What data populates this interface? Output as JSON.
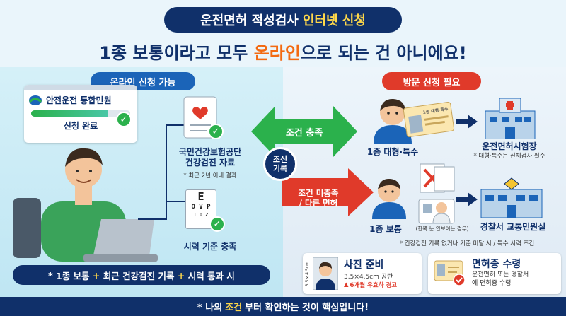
{
  "header": {
    "title_part1": "운전면허 적성검사",
    "title_part2": "인터넷 신청",
    "headline_part1": "1종 보통이라고 모두",
    "headline_highlight": "온라인",
    "headline_part2": "으로 되는 건 아니에요!"
  },
  "left": {
    "section_label": "온라인 신청 가능",
    "portal_name": "안전운전 통합민원",
    "apply_done": "신청 완료",
    "health_doc_line1": "국민건강보험공단",
    "health_doc_line2": "건강검진 자료",
    "health_doc_note": "* 최근 2년 이내 결과",
    "eye_chart_rows": [
      "E",
      "O V P",
      "T O Z"
    ],
    "vision_label": "시력 기준 충족",
    "summary_prefix": "*",
    "summary_1": "1종 보통",
    "summary_plus": "+",
    "summary_2": "최근 건강검진 기록",
    "summary_3": "시력 통과 시"
  },
  "middle": {
    "arrow_met": "조건 충족",
    "circle_line1": "조신",
    "circle_line2": "기록",
    "arrow_unmet_line1": "조건 미충족",
    "arrow_unmet_line2": "/ 다른 면허"
  },
  "right": {
    "section_label": "방문 신청 필요",
    "license_card_text": "1종 대형·특수",
    "large_special": "1종 대형·특수",
    "test_center": "운전면허시험장",
    "test_center_note": "* 대형·특수는 신체검사 필수",
    "normal": "1종 보통",
    "normal_note": "(한쪽 눈 안보이는 경우)",
    "police": "경찰서 교통민원실",
    "visit_note": "* 건강검진 기록 없거나 기준 미달 시 / 특수 시력 조건"
  },
  "bottom": {
    "photo_size_label": "3.5×4.5cm",
    "photo_title": "사진 준비",
    "photo_desc": "3.5×4.5cm 공란",
    "photo_warning": "6개월 유효하 경고",
    "license_title": "면허증 수령",
    "license_desc_line1": "운전면허 또는 경찰서",
    "license_desc_line2": "에 면허증 수령"
  },
  "footer": {
    "prefix": "* 나의",
    "highlight": "조건",
    "suffix": "부터 확인하는 것이 핵심입니다!"
  },
  "colors": {
    "navy": "#10306a",
    "orange": "#f36a12",
    "green": "#2bb14c",
    "red": "#e03a2a",
    "blue": "#1b64b8"
  }
}
